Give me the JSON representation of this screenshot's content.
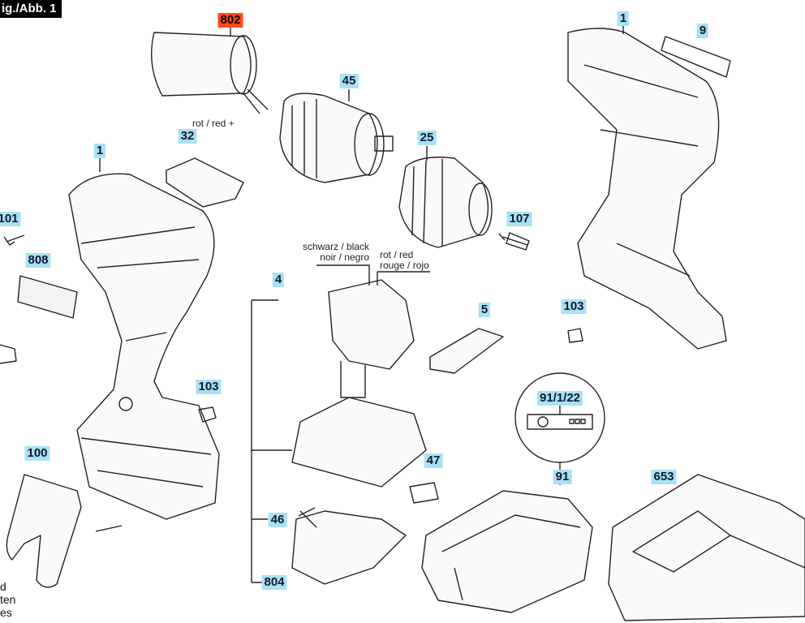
{
  "figure_label": "ig./Abb. 1",
  "colors": {
    "label_bg": "#a9e1f3",
    "highlight_bg": "#ff4a1c",
    "label_text": "#0d1a33"
  },
  "labels": {
    "p802": "802",
    "p45": "45",
    "p32": "32",
    "p25": "25",
    "p1a": "1",
    "p101": "101",
    "p107": "107",
    "p808": "808",
    "p1b": "1",
    "p9": "9",
    "p103a": "103",
    "p5": "5",
    "p4": "4",
    "p103b": "103",
    "p91_1_22": "91/1/22",
    "p91": "91",
    "p653": "653",
    "p47": "47",
    "p100": "100",
    "p46": "46",
    "p804": "804"
  },
  "wire_notes": {
    "motor_wire": "rot / red +",
    "black_line1": "schwarz / black",
    "black_line2": "noir / negro",
    "red_line1": "rot / red",
    "red_line2": "rouge / rojo"
  },
  "side_text": [
    "d",
    "ten",
    "es"
  ]
}
